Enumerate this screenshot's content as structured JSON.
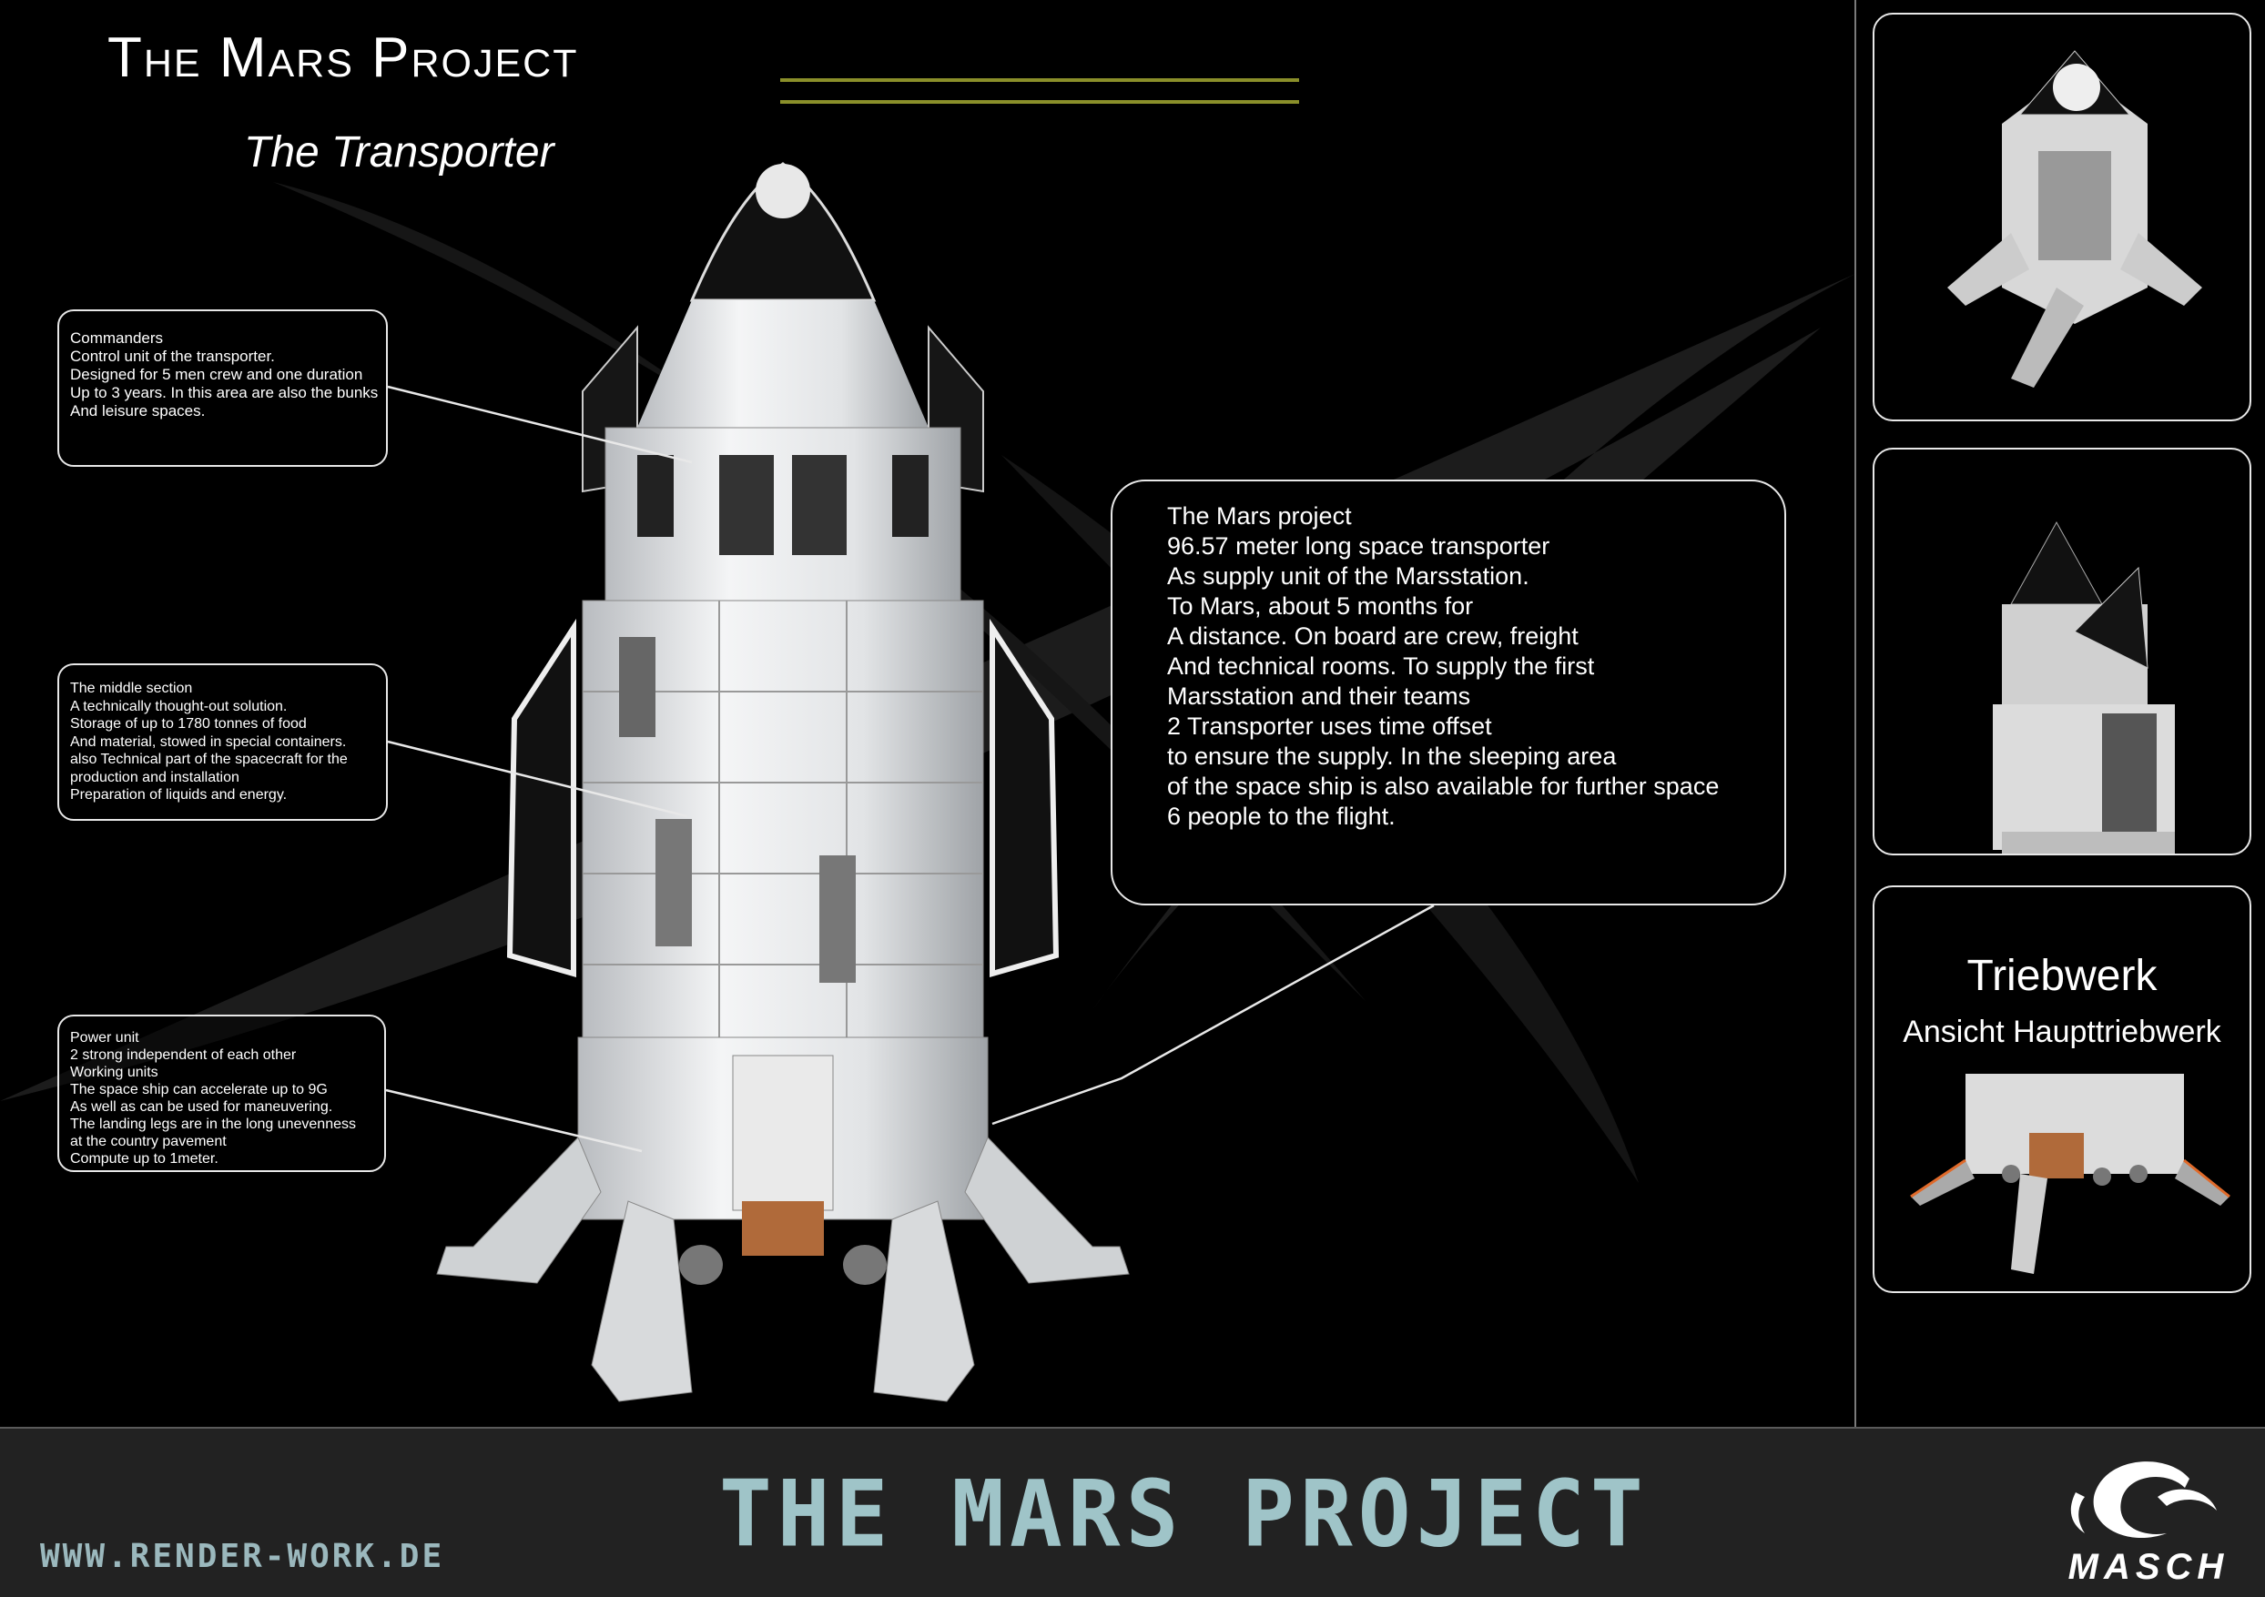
{
  "header": {
    "title": "The Mars Project",
    "subtitle": "The Transporter"
  },
  "callouts": {
    "commanders": [
      "Commanders",
      "Control unit of the transporter.",
      "Designed for 5 men crew and one duration",
      "Up to 3 years. In this area are also the bunks",
      "And leisure spaces."
    ],
    "middle": [
      "The middle section",
      "A technically thought-out solution.",
      "Storage of up to 1780 tonnes of food",
      "And material, stowed in special containers.",
      "also Technical part of the spacecraft for the",
      "production and installation",
      "Preparation of liquids and energy."
    ],
    "power": [
      "Power unit",
      "2 strong independent of each other",
      "Working units",
      "The space ship can accelerate up to 9G",
      "As well as can be used for maneuvering.",
      "The landing legs are in the long unevenness",
      "at the country pavement",
      "Compute up to 1meter."
    ],
    "project": [
      "The Mars project",
      "96.57 meter long space transporter",
      "As supply unit of the Marsstation.",
      "To Mars, about 5 months for",
      "A distance. On board are crew, freight",
      "And technical rooms. To supply the first",
      "Marsstation and their teams",
      "2 Transporter uses time offset",
      "to ensure the supply. In the sleeping area",
      "of the space ship is also available for further space",
      "6 people to the flight."
    ]
  },
  "thumbnails": {
    "engine_title": "Triebwerk",
    "engine_subtitle": "Ansicht Haupttriebwerk"
  },
  "footer": {
    "title": "THE MARS PROJECT",
    "url": "WWW.RENDER-WORK.DE",
    "logo_text": "MASCH"
  },
  "colors": {
    "background": "#000000",
    "accent_rule": "#8a8f2a",
    "footer_bg": "#222222",
    "footer_text": "#9fc4c8"
  }
}
